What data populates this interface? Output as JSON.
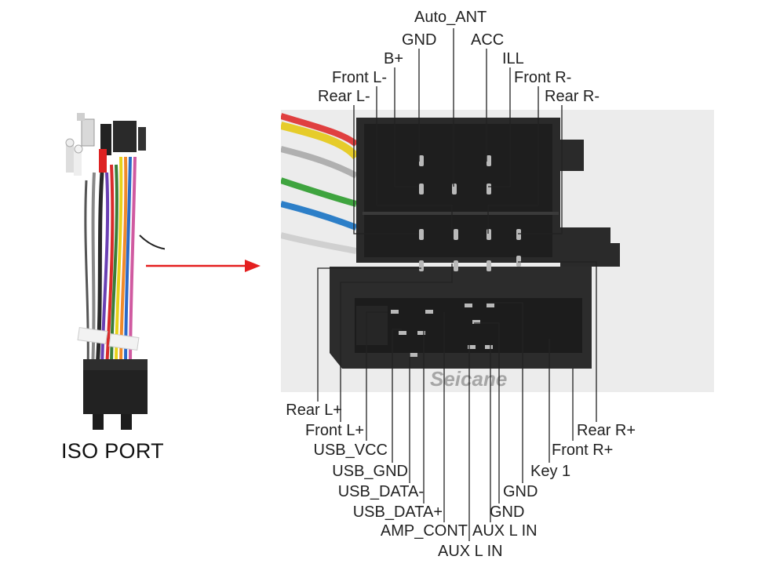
{
  "colors": {
    "arrow": "#e41f1f",
    "connector_body": "#2a2a2a",
    "leader_line": "#222222",
    "background_photo": "#ececec"
  },
  "left": {
    "port_title": "ISO PORT",
    "harness_icon": "wire-harness-photo"
  },
  "watermark": "Seicane",
  "top_pins": [
    "Auto_ANT",
    "GND",
    "ACC",
    "B+",
    "ILL",
    "Front L-",
    "Front R-",
    "Rear L-",
    "Rear R-"
  ],
  "bottom_pins": {
    "left_column": [
      "Rear L+",
      "Front L+",
      "USB_VCC",
      "USB_GND",
      "USB_DATA-",
      "USB_DATA+",
      "AMP_CONT",
      "AUX L IN"
    ],
    "right_column": [
      "Rear R+",
      "Front R+",
      "Key 1",
      "GND",
      "GND",
      "AUX L IN"
    ]
  }
}
